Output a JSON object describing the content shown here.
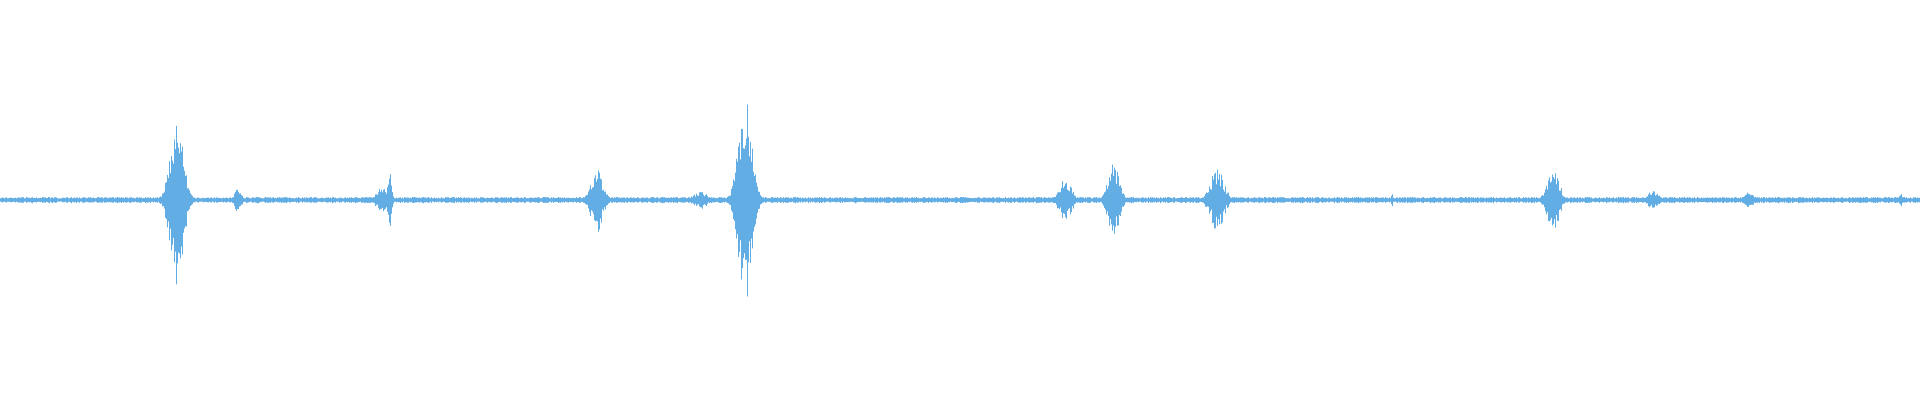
{
  "waveform": {
    "color": "#62aee4",
    "background": "#ffffff",
    "baseline_amplitude": 0.012,
    "bursts": [
      {
        "position": 0.092,
        "width": 0.007,
        "amplitude": 0.42
      },
      {
        "position": 0.124,
        "width": 0.003,
        "amplitude": 0.07
      },
      {
        "position": 0.199,
        "width": 0.005,
        "amplitude": 0.07
      },
      {
        "position": 0.203,
        "width": 0.002,
        "amplitude": 0.14
      },
      {
        "position": 0.311,
        "width": 0.006,
        "amplitude": 0.16
      },
      {
        "position": 0.365,
        "width": 0.007,
        "amplitude": 0.04
      },
      {
        "position": 0.388,
        "width": 0.007,
        "amplitude": 0.55
      },
      {
        "position": 0.555,
        "width": 0.006,
        "amplitude": 0.11
      },
      {
        "position": 0.58,
        "width": 0.006,
        "amplitude": 0.18
      },
      {
        "position": 0.634,
        "width": 0.007,
        "amplitude": 0.16
      },
      {
        "position": 0.725,
        "width": 0.001,
        "amplitude": 0.03
      },
      {
        "position": 0.809,
        "width": 0.006,
        "amplitude": 0.18
      },
      {
        "position": 0.861,
        "width": 0.005,
        "amplitude": 0.05
      },
      {
        "position": 0.911,
        "width": 0.004,
        "amplitude": 0.04
      },
      {
        "position": 0.99,
        "width": 0.002,
        "amplitude": 0.03
      }
    ]
  }
}
